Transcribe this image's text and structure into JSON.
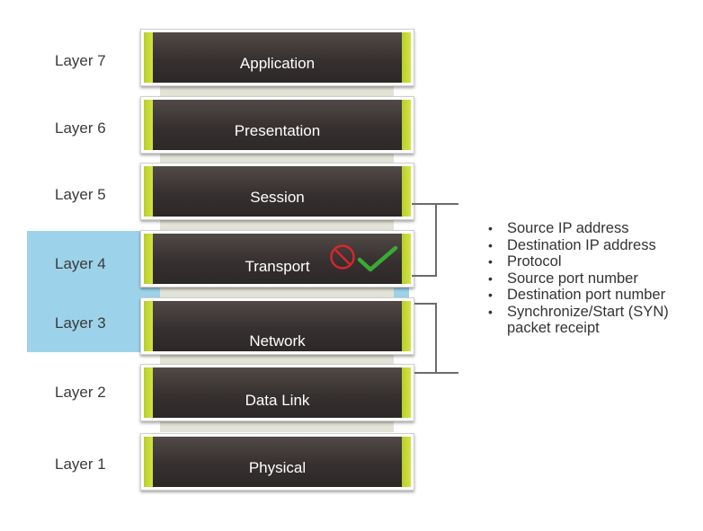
{
  "layers": [
    {
      "label": "Layer 7",
      "name": "Application"
    },
    {
      "label": "Layer 6",
      "name": "Presentation"
    },
    {
      "label": "Layer 5",
      "name": "Session"
    },
    {
      "label": "Layer 4",
      "name": "Transport"
    },
    {
      "label": "Layer 3",
      "name": "Network"
    },
    {
      "label": "Layer 2",
      "name": "Data Link"
    },
    {
      "label": "Layer 1",
      "name": "Physical"
    }
  ],
  "inspection_items": [
    "Source IP address",
    "Destination IP address",
    "Protocol",
    "Source port number",
    "Destination port number",
    "Synchronize/Start (SYN) packet receipt"
  ],
  "highlighted_layers": [
    "Layer 4",
    "Layer 3"
  ],
  "icons": {
    "deny": "prohibited-icon",
    "allow": "check-mark-icon"
  },
  "colors": {
    "highlight": "#9dd3ea",
    "accent_stripe": "#c7dc33",
    "box_fill": "#3a3433",
    "deny": "#d9262c",
    "allow": "#3aaa35"
  }
}
